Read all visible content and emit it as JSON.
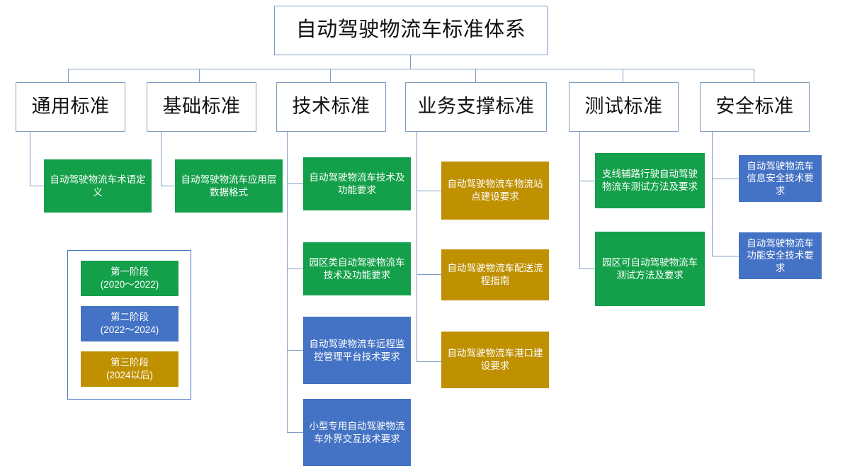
{
  "diagram": {
    "title": "自动驾驶物流车标准体系",
    "root": {
      "label": "自动驾驶物流车标准体系"
    },
    "categories": [
      {
        "label": "通用标准"
      },
      {
        "label": "基础标准"
      },
      {
        "label": "技术标准"
      },
      {
        "label": "业务支撑标准"
      },
      {
        "label": "测试标准"
      },
      {
        "label": "安全标准"
      }
    ],
    "leaves": {
      "general": [
        {
          "label": "自动驾驶物流车术语定义",
          "phase": "第一阶段",
          "color": "#14A04A"
        }
      ],
      "basic": [
        {
          "label": "自动驾驶物流车应用层数据格式",
          "phase": "第一阶段",
          "color": "#14A04A"
        }
      ],
      "technical": [
        {
          "label": "自动驾驶物流车技术及功能要求",
          "phase": "第一阶段",
          "color": "#14A04A"
        },
        {
          "label": "园区类自动驾驶物流车技术及功能要求",
          "phase": "第一阶段",
          "color": "#14A04A"
        },
        {
          "label": "自动驾驶物流车远程监控管理平台技术要求",
          "phase": "第二阶段",
          "color": "#4472C4"
        },
        {
          "label": "小型专用自动驾驶物流车外界交互技术要求",
          "phase": "第二阶段",
          "color": "#4472C4"
        }
      ],
      "business": [
        {
          "label": "自动驾驶物流车物流站点建设要求",
          "phase": "第三阶段",
          "color": "#BF9000"
        },
        {
          "label": "自动驾驶物流车配送流程指南",
          "phase": "第三阶段",
          "color": "#BF9000"
        },
        {
          "label": "自动驾驶物流车港口建设要求",
          "phase": "第三阶段",
          "color": "#BF9000"
        }
      ],
      "testing": [
        {
          "label": "支线辅路行驶自动驾驶物流车测试方法及要求",
          "phase": "第一阶段",
          "color": "#14A04A"
        },
        {
          "label": "园区可自动驾驶物流车测试方法及要求",
          "phase": "第一阶段",
          "color": "#14A04A"
        }
      ],
      "safety": [
        {
          "label": "自动驾驶物流车信息安全技术要求",
          "phase": "第二阶段",
          "color": "#4472C4"
        },
        {
          "label": "自动驾驶物流车功能安全技术要求",
          "phase": "第二阶段",
          "color": "#4472C4"
        }
      ]
    }
  },
  "legend": {
    "items": [
      {
        "label": "第一阶段\n(2020～2022)",
        "color": "#14A04A"
      },
      {
        "label": "第二阶段\n(2022～2024)",
        "color": "#4472C4"
      },
      {
        "label": "第三阶段\n(2024以后)",
        "color": "#BF9000"
      }
    ]
  },
  "colors": {
    "phase1_green": "#14A04A",
    "phase2_blue": "#4472C4",
    "phase3_gold": "#BF9000",
    "box_border": "#7f9ec4",
    "connector": "#7f9ec4",
    "background": "#ffffff"
  }
}
